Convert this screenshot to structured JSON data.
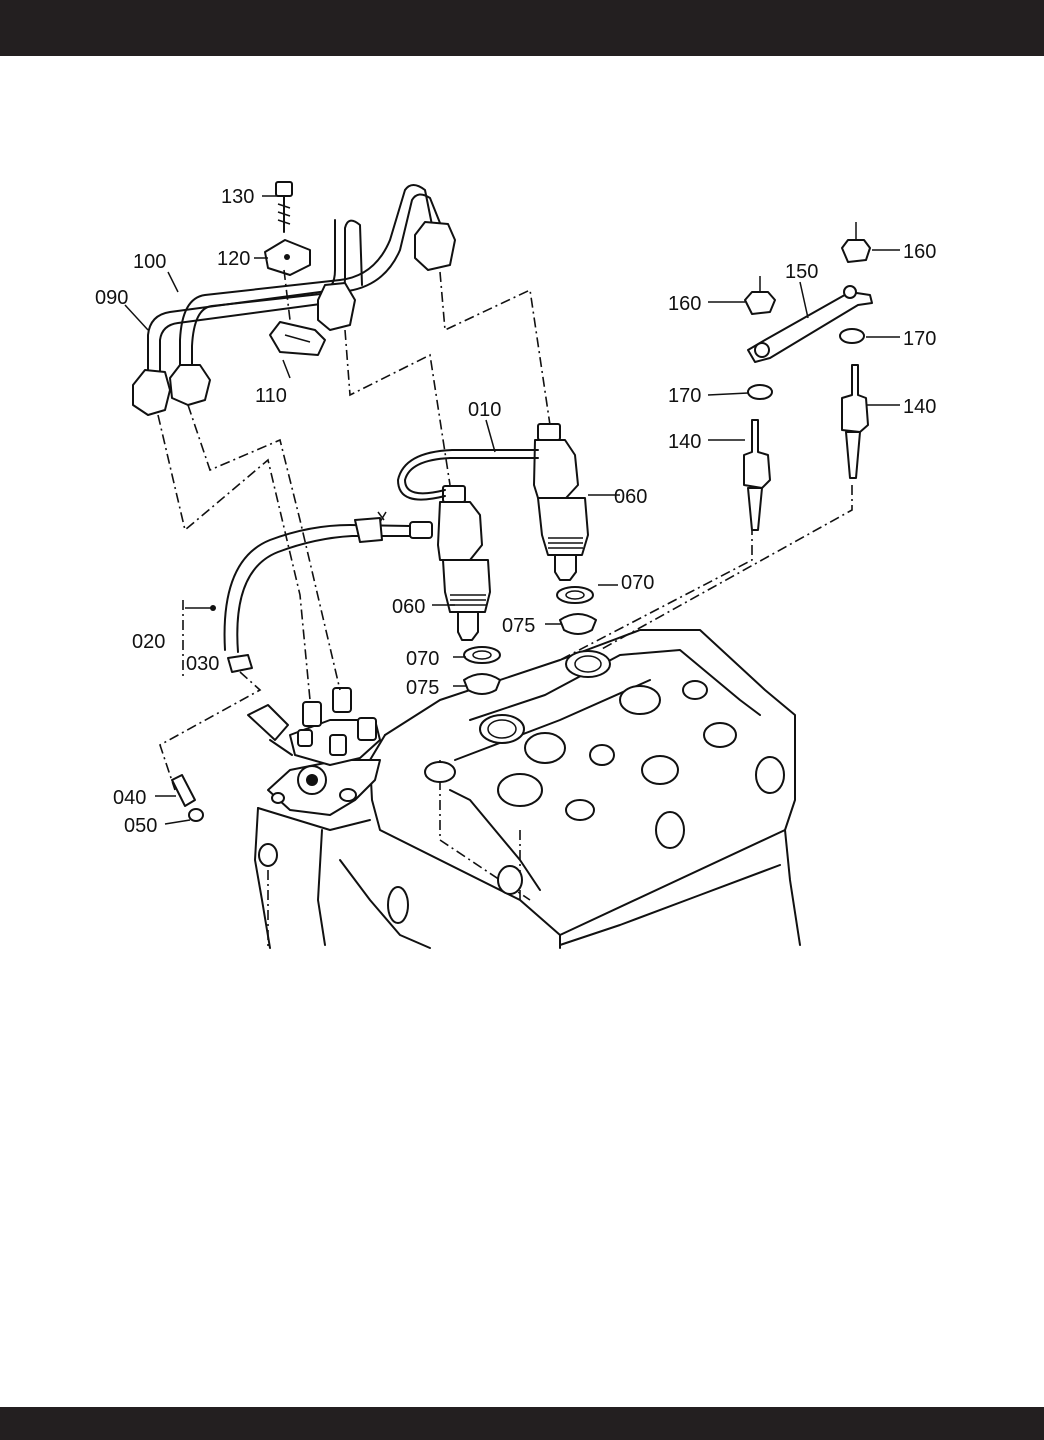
{
  "callouts": [
    {
      "id": "c130",
      "text": "130"
    },
    {
      "id": "c120",
      "text": "120"
    },
    {
      "id": "c100",
      "text": "100"
    },
    {
      "id": "c090",
      "text": "090"
    },
    {
      "id": "c110",
      "text": "110"
    },
    {
      "id": "c010",
      "text": "010"
    },
    {
      "id": "c060a",
      "text": "060"
    },
    {
      "id": "c060b",
      "text": "060"
    },
    {
      "id": "c070a",
      "text": "070"
    },
    {
      "id": "c075a",
      "text": "075"
    },
    {
      "id": "c070b",
      "text": "070"
    },
    {
      "id": "c075b",
      "text": "075"
    },
    {
      "id": "c020",
      "text": "020"
    },
    {
      "id": "c030",
      "text": "030"
    },
    {
      "id": "c040",
      "text": "040"
    },
    {
      "id": "c050",
      "text": "050"
    },
    {
      "id": "c160a",
      "text": "160"
    },
    {
      "id": "c160b",
      "text": "160"
    },
    {
      "id": "c150",
      "text": "150"
    },
    {
      "id": "c170a",
      "text": "170"
    },
    {
      "id": "c170b",
      "text": "170"
    },
    {
      "id": "c140a",
      "text": "140"
    },
    {
      "id": "c140b",
      "text": "140"
    }
  ],
  "colors": {
    "bar": "#231f20",
    "ink": "#111111",
    "paper": "#ffffff"
  }
}
